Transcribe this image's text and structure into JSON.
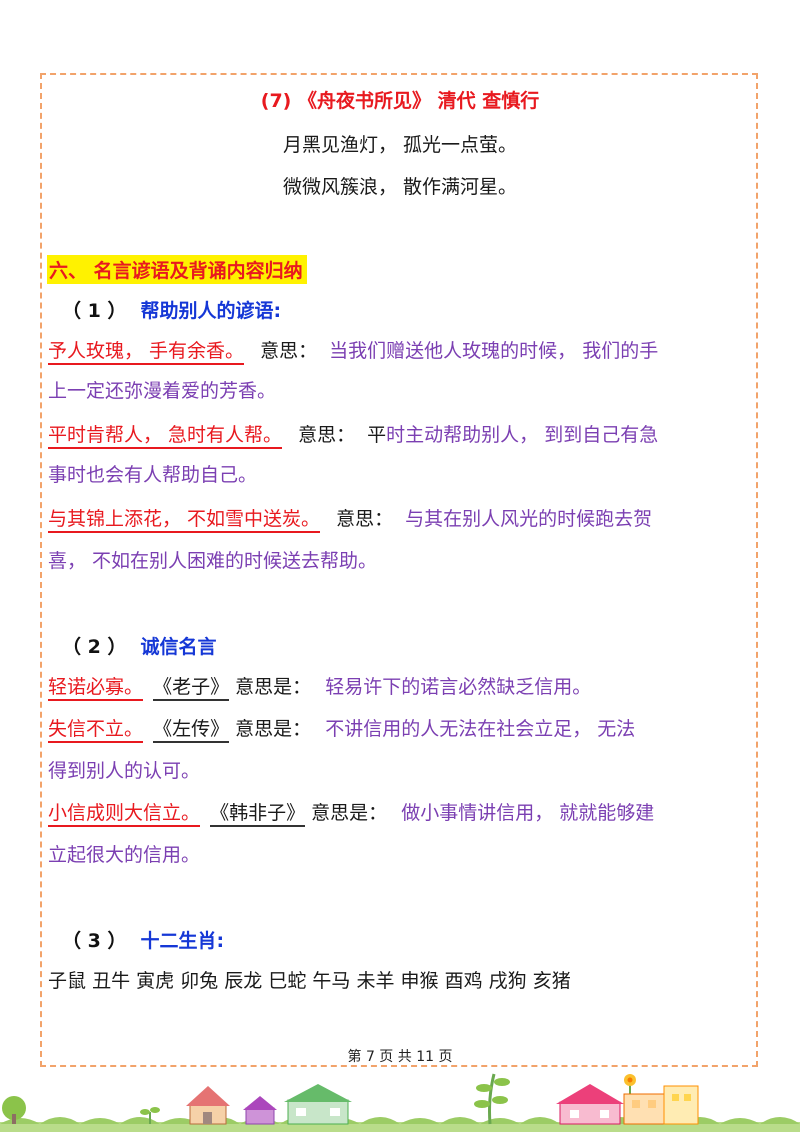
{
  "poem": {
    "title": "(7)  《舟夜书所见》 清代 查慎行",
    "line1": "月黑见渔灯， 孤光一点萤。",
    "line2": "微微风簇浪， 散作满河星。"
  },
  "section": {
    "title": "六、 名言谚语及背诵内容归纳"
  },
  "part1": {
    "num": "（ 1 ）",
    "title": "帮助别人的谚语:",
    "items": [
      {
        "saying": "予人玫瑰， 手有余香。",
        "meaning_label": "意思：",
        "meaning_a": "当我们赠送他人玫瑰的时候， 我们的手",
        "meaning_b": "上一定还弥漫着爱的芳香。"
      },
      {
        "saying": "平时肯帮人， 急时有人帮。",
        "meaning_label": "意思：",
        "meaning_pre": "平",
        "meaning_a": "时主动帮助别人， 到到自己有急",
        "meaning_b": "事时也会有人帮助自己。"
      },
      {
        "saying": "与其锦上添花， 不如雪中送炭。",
        "meaning_label": "意思：",
        "meaning_a": "与其在别人风光的时候跑去贺",
        "meaning_b": "喜， 不如在别人困难的时候送去帮助。"
      }
    ]
  },
  "part2": {
    "num": "（ 2 ）",
    "title": "诚信名言",
    "items": [
      {
        "saying": "轻诺必寡。",
        "source": "《老子》",
        "meaning_label": "意思是：",
        "meaning_a": "轻易许下的诺言必然缺乏信用。"
      },
      {
        "saying": "失信不立。",
        "source": "《左传》",
        "meaning_label": "意思是：",
        "meaning_a": "不讲信用的人无法在社会立足， 无法",
        "meaning_b": "得到别人的认可。"
      },
      {
        "saying": "小信成则大信立。",
        "source": "《韩非子》",
        "meaning_label": "意思是：",
        "meaning_a": "做小事情讲信用， 就就能够建",
        "meaning_b": "立起很大的信用。"
      }
    ]
  },
  "part3": {
    "num": "（ 3 ）",
    "title": "十二生肖:",
    "zodiac": [
      "子鼠",
      "丑牛",
      "寅虎",
      "卯兔",
      "辰龙",
      "巳蛇",
      "午马",
      "未羊",
      "申猴",
      "酉鸡",
      "戌狗",
      "亥猪"
    ]
  },
  "footer": {
    "page": "第 7 页 共 11 页"
  }
}
